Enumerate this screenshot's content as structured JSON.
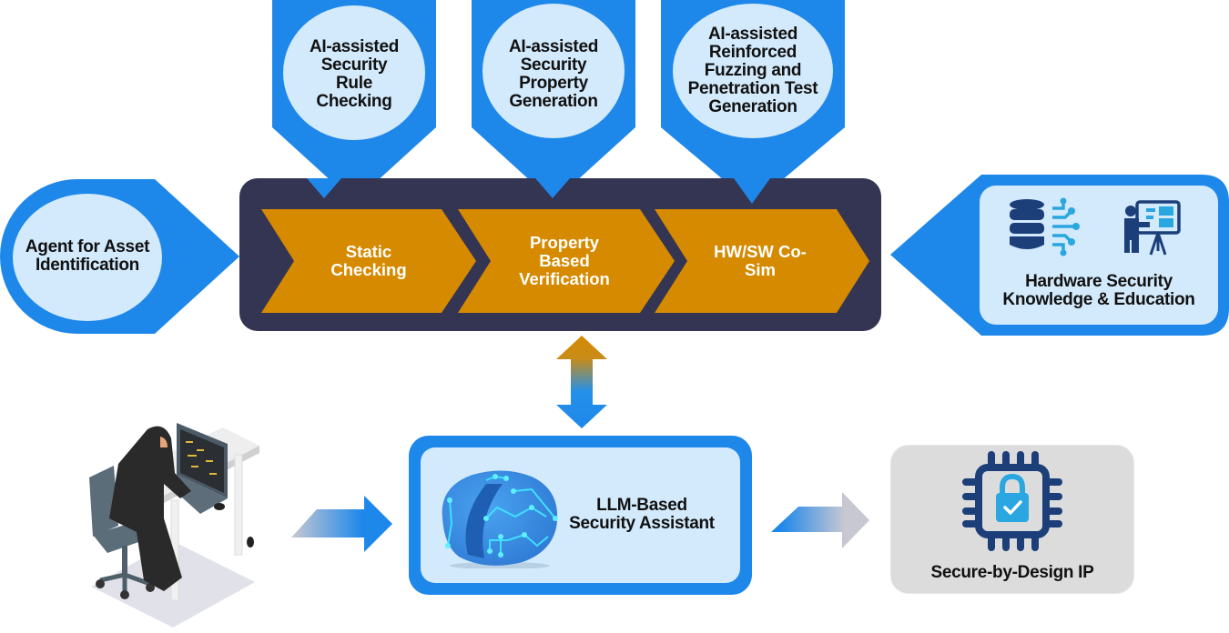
{
  "title": "LLM-Based Hardware Security Verification Framework",
  "colors": {
    "pin_blue": "#1e88ea",
    "pin_fill": "#d3eafc",
    "panel_dark": "#343552",
    "stage_orange": "#d58a00",
    "icon_navy": "#1c3f7a",
    "icon_cyan": "#2aa6e0",
    "ip_gray": "#dcdcdc"
  },
  "ai_tools": [
    {
      "label_lines": [
        "AI-assisted",
        "Security",
        "Rule",
        "Checking"
      ]
    },
    {
      "label_lines": [
        "AI-assisted",
        "Security",
        "Property",
        "Generation"
      ]
    },
    {
      "label_lines": [
        "AI-assisted",
        "Reinforced",
        "Fuzzing and",
        "Penetration Test",
        "Generation"
      ]
    }
  ],
  "asset_agent": {
    "label_lines": [
      "Agent for Asset",
      "Identification"
    ]
  },
  "pipeline_stages": [
    {
      "label_lines": [
        "Static",
        "Checking"
      ]
    },
    {
      "label_lines": [
        "Property",
        "Based",
        "Verification"
      ]
    },
    {
      "label_lines": [
        "HW/SW Co-",
        "Sim"
      ]
    }
  ],
  "knowledge": {
    "label_lines": [
      "Hardware Security",
      "Knowledge & Education"
    ],
    "icons": [
      "database-network-icon",
      "presentation-teacher-icon"
    ]
  },
  "assistant": {
    "label_lines": [
      "LLM-Based",
      "Security Assistant"
    ],
    "icon": "ai-brain-icon"
  },
  "output": {
    "label": "Secure-by-Design IP",
    "icon": "secure-chip-icon"
  },
  "attacker": {
    "icon": "hacker-at-desk-illustration"
  },
  "arrows": {
    "bidirectional": "pipeline-assistant-link",
    "input": "attacker-to-assistant",
    "output": "assistant-to-ip"
  }
}
